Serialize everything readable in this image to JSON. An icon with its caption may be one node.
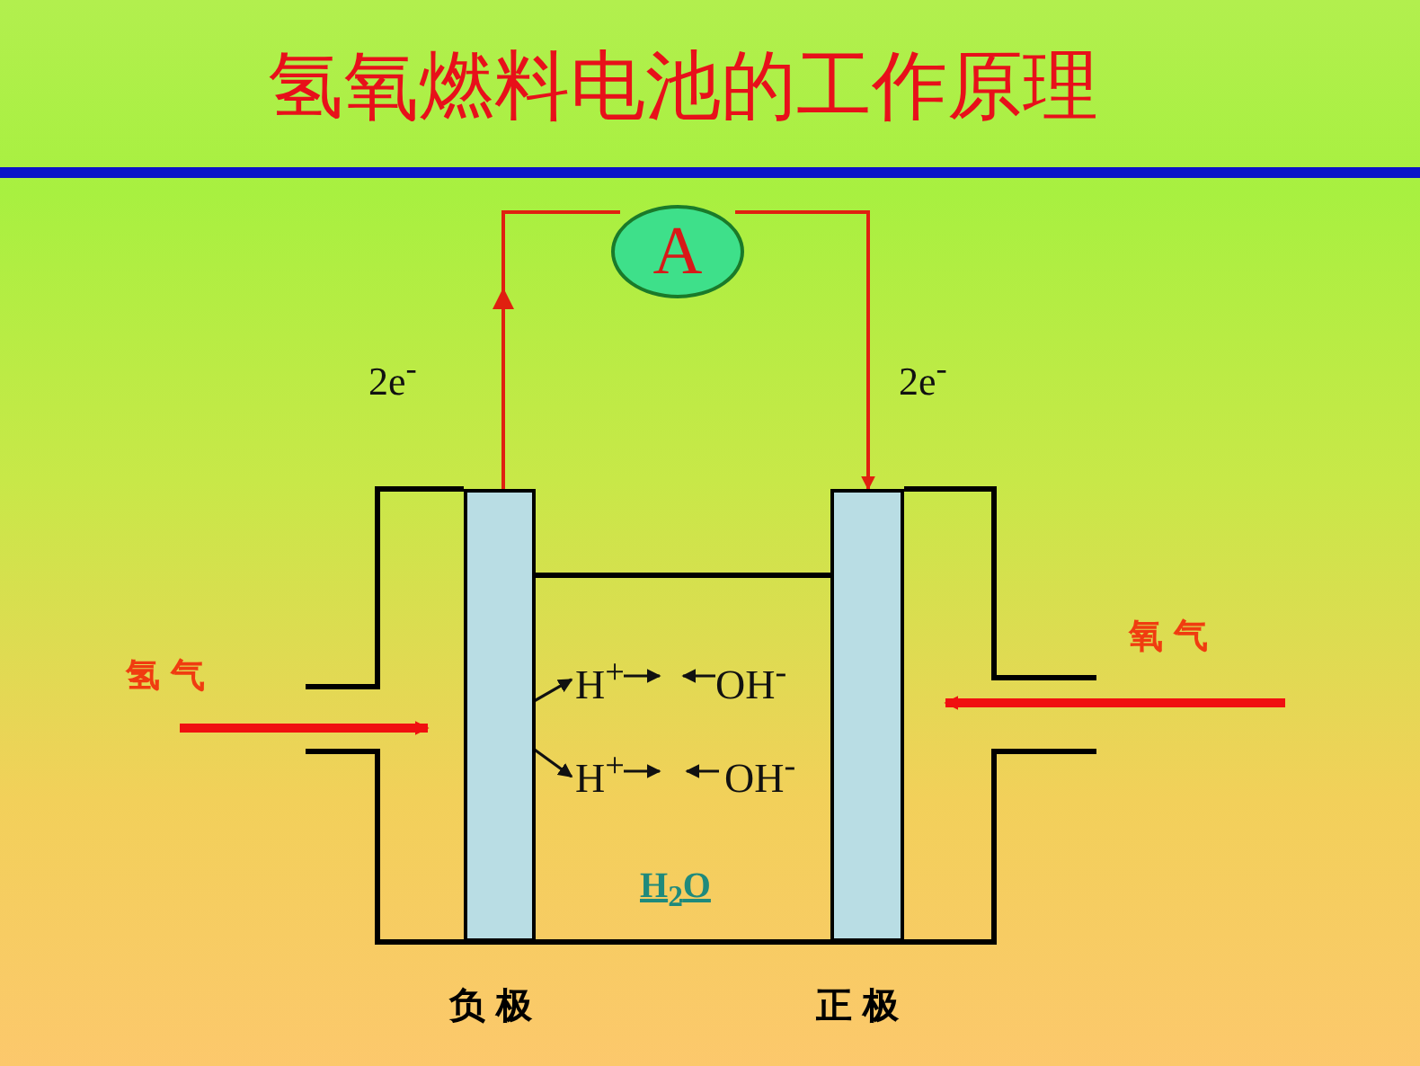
{
  "diagram": {
    "title": "氢氧燃料电池的工作原理",
    "nodes": [
      {
        "text": [
          "A"
        ]
      },
      {
        "text": [],
        "shape": "bar",
        "beside": [
          "负极"
        ]
      },
      {
        "text": [],
        "shape": "bar",
        "beside": [
          "正极"
        ]
      },
      {
        "text": [
          "H$^{+}$"
        ]
      },
      {
        "text": [
          "OH$^{-}$"
        ]
      },
      {
        "text": [
          "H$^{+}$"
        ]
      },
      {
        "text": [
          "OH$^{-}$"
        ]
      }
    ],
    "edges": [
      {
        "from": 1,
        "to": 0,
        "arrow": "to"
      },
      {
        "from": 0,
        "to": 2,
        "arrow": "to"
      },
      {
        "from": 1,
        "to": 3,
        "arrow": "to",
        "color": "#111111"
      },
      {
        "from": 1,
        "to": 5,
        "arrow": "to",
        "color": "#111111"
      },
      {
        "from": null,
        "to": 1,
        "arrow": "to",
        "style": "thick",
        "color": "#f01010"
      },
      {
        "from": null,
        "to": 2,
        "arrow": "to",
        "style": "thick",
        "color": "#f01010"
      }
    ],
    "labels": [
      "2e$^{-}$",
      "2e$^{-}$",
      "氢气",
      "氧气",
      "H$_{2}$O"
    ]
  }
}
